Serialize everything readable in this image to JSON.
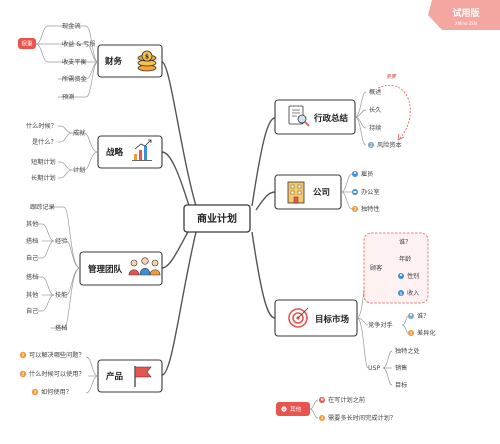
{
  "trial": {
    "title": "试用版",
    "subtitle": "XMind ZEN"
  },
  "center": "商业计划",
  "finance": {
    "label": "财务",
    "important_tag": "很重",
    "items": [
      "现金流",
      "收益 & 亏损",
      "收支平衡",
      "所需资金",
      "预测"
    ]
  },
  "strategy": {
    "label": "战略",
    "achieve": {
      "label": "成就",
      "items": [
        "什么时候？",
        "是什么？"
      ]
    },
    "plan": {
      "label": "计划",
      "items": [
        "短期计划",
        "长期计划"
      ]
    }
  },
  "team": {
    "label": "管理团队",
    "record": "跟踪记录",
    "experience": {
      "label": "经验",
      "items": [
        "其他",
        "搭档",
        "自己"
      ]
    },
    "skills": {
      "label": "技能",
      "items": [
        "搭档",
        "其他",
        "自己"
      ]
    },
    "partner": "搭档"
  },
  "product": {
    "label": "产品",
    "items": [
      "可以解决哪些问题？",
      "什么时候可以使用？",
      "如何使用？"
    ]
  },
  "executive": {
    "label": "行政总结",
    "items": [
      "概述",
      "长久",
      "持续",
      "风险资本"
    ],
    "relation": "重要"
  },
  "company": {
    "label": "公司",
    "items": [
      "雇员",
      "办公室",
      "独特性"
    ]
  },
  "market": {
    "label": "目标市场",
    "customer": {
      "label": "顾客",
      "items": [
        "谁？",
        "年龄",
        "性别",
        "收入"
      ]
    },
    "competitor": {
      "label": "竞争对手",
      "items": [
        "谁？",
        "差异化"
      ]
    },
    "usp": {
      "label": "USP",
      "items": [
        "独特之处",
        "销售",
        "目标"
      ]
    }
  },
  "other": {
    "label": "其他",
    "items": [
      "在写计划之前",
      "需要多长时间完成计划？"
    ]
  },
  "colors": {
    "red": "#e8544e",
    "blue": "#3d8fd6",
    "orange": "#f2973a",
    "dashed": "#e05a50"
  }
}
